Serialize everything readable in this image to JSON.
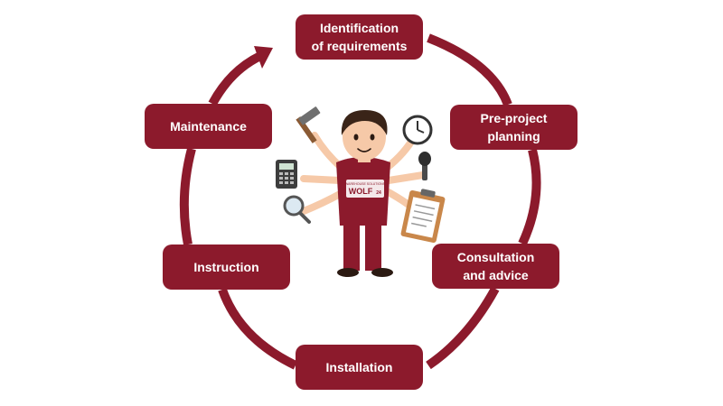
{
  "colors": {
    "accent": "#8c1a2c",
    "skin": "#f6c9a8",
    "hair": "#3a2418"
  },
  "cycle": {
    "steps": [
      {
        "line1": "Identification",
        "line2": "of requirements"
      },
      {
        "line1": "Pre-project",
        "line2": "planning"
      },
      {
        "line1": "Consultation",
        "line2": "and advice"
      },
      {
        "line1": "Installation",
        "line2": ""
      },
      {
        "line1": "Instruction",
        "line2": ""
      },
      {
        "line1": "Maintenance",
        "line2": ""
      }
    ]
  },
  "figure": {
    "logo_small": "WAREHOUSE SOLUTIONS",
    "logo_main": "WOLF",
    "logo_badge": "24",
    "icons": [
      "hammer-icon",
      "clock-icon",
      "calculator-icon",
      "microphone-icon",
      "magnifier-icon",
      "clipboard-icon"
    ]
  }
}
